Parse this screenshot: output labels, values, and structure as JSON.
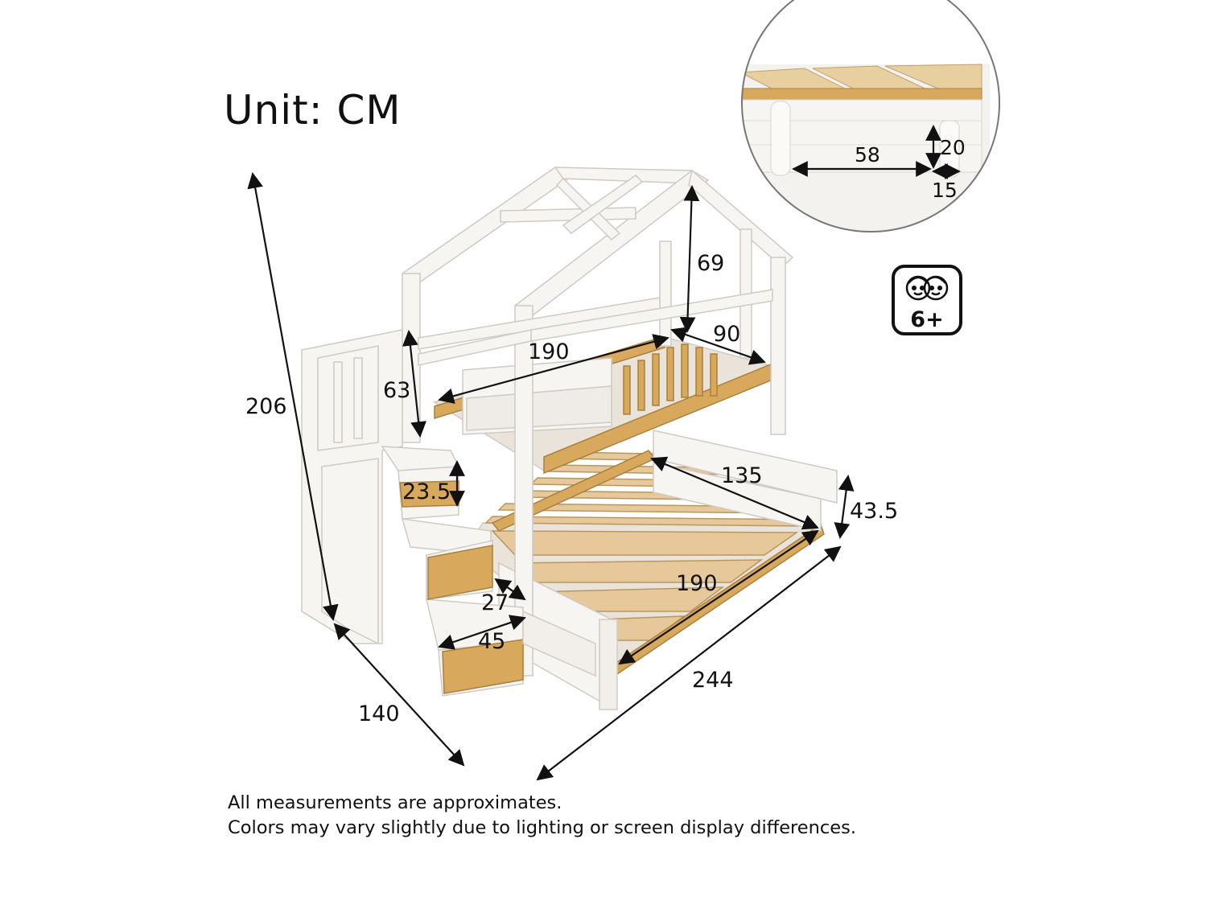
{
  "unit_label": "Unit: CM",
  "dimensions": {
    "total_height": "206",
    "roof_height": "69",
    "upper_bed_length": "190",
    "upper_bed_width": "90",
    "upper_guard_height": "63",
    "step_height": "23.5",
    "lower_bed_width": "135",
    "lower_side_height": "43.5",
    "lower_bed_length": "190",
    "step_depth": "27",
    "step_width": "45",
    "overall_depth": "140",
    "overall_length": "244"
  },
  "inset": {
    "gap_length": "58",
    "slat_height": "20",
    "post_width": "15"
  },
  "age_badge": {
    "icon": "children-faces-icon",
    "text": "6+"
  },
  "notes": {
    "line1": "All measurements are approximates.",
    "line2": "Colors may vary slightly due to lighting or screen display differences."
  },
  "colors": {
    "wood_white": "#f7f5f2",
    "wood_natural": "#d8a95c",
    "line": "#1a1a1a"
  }
}
